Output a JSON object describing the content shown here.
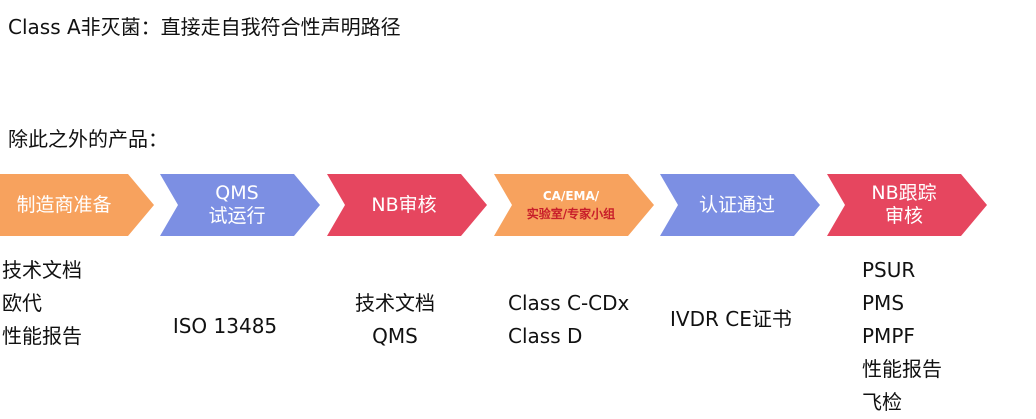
{
  "title": "Class A非灭菌：直接走自我符合性声明路径",
  "subtitle": "除此之外的产品：",
  "colors": {
    "orange": "#f7a25e",
    "blue": "#7c8fe3",
    "red": "#e6465f",
    "small_label_red": "#c81e2a",
    "text": "#111111"
  },
  "steps": [
    {
      "lines": [
        "制造商准备"
      ],
      "color": "orange",
      "size": "large"
    },
    {
      "lines": [
        "QMS",
        "试运行"
      ],
      "color": "blue",
      "size": "large"
    },
    {
      "lines": [
        "NB审核"
      ],
      "color": "red",
      "size": "large"
    },
    {
      "lines": [
        "CA/EMA/",
        "实验室/专家小组"
      ],
      "color": "orange",
      "size": "small"
    },
    {
      "lines": [
        "认证通过"
      ],
      "color": "blue",
      "size": "large"
    },
    {
      "lines": [
        "NB跟踪",
        "审核"
      ],
      "color": "red",
      "size": "large"
    }
  ],
  "details": [
    [
      "技术文档",
      "欧代",
      "性能报告"
    ],
    [
      "ISO 13485"
    ],
    [
      "技术文档",
      "QMS"
    ],
    [
      "Class C-CDx",
      "Class D"
    ],
    [
      "IVDR CE证书"
    ],
    [
      "PSUR",
      "PMS",
      "PMPF",
      "性能报告",
      "飞检"
    ]
  ]
}
